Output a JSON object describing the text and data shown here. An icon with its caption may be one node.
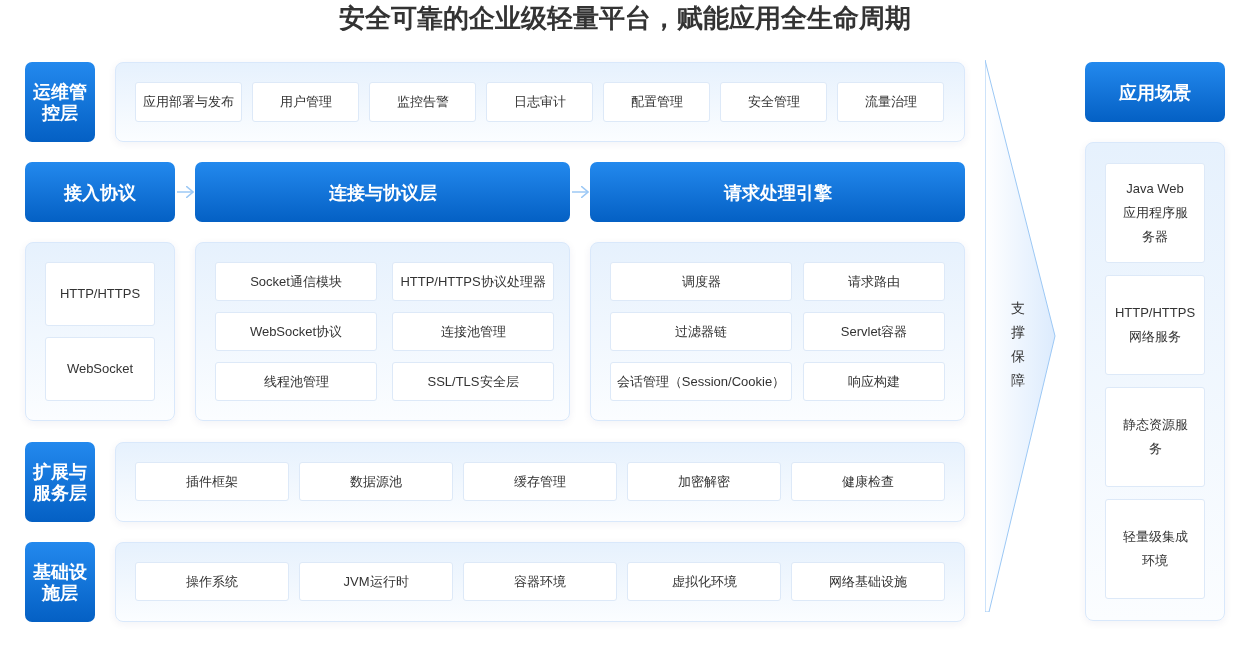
{
  "diagram": {
    "title": "安全可靠的企业级轻量平台，赋能应用全生命周期",
    "nodes": [
      {
        "text": [
          "运维管控层"
        ]
      },
      {
        "text": [],
        "shape": "box"
      },
      {
        "text": [
          "应用部署与发布"
        ],
        "in": 1
      },
      {
        "text": [
          "用户管理"
        ],
        "in": 1
      },
      {
        "text": [
          "监控告警"
        ],
        "in": 1
      },
      {
        "text": [
          "日志审计"
        ],
        "in": 1
      },
      {
        "text": [
          "配置管理"
        ],
        "in": 1
      },
      {
        "text": [
          "安全管理"
        ],
        "in": 1
      },
      {
        "text": [
          "流量治理"
        ],
        "in": 1
      },
      {
        "text": [
          "接入协议"
        ]
      },
      {
        "text": [
          "连接与协议层"
        ]
      },
      {
        "text": [
          "请求处理引擎"
        ]
      },
      {
        "text": [],
        "shape": "box"
      },
      {
        "text": [
          "HTTP/HTTPS"
        ],
        "in": 12
      },
      {
        "text": [
          "WebSocket"
        ],
        "in": 12
      },
      {
        "text": [],
        "shape": "box"
      },
      {
        "text": [
          "Socket通信模块"
        ],
        "in": 15
      },
      {
        "text": [
          "HTTP/HTTPS协议处理器"
        ],
        "in": 15
      },
      {
        "text": [
          "WebSocket协议"
        ],
        "in": 15
      },
      {
        "text": [
          "连接池管理"
        ],
        "in": 15
      },
      {
        "text": [
          "线程池管理"
        ],
        "in": 15
      },
      {
        "text": [
          "SSL/TLS安全层"
        ],
        "in": 15
      },
      {
        "text": [],
        "shape": "box"
      },
      {
        "text": [
          "调度器"
        ],
        "in": 22
      },
      {
        "text": [
          "请求路由"
        ],
        "in": 22
      },
      {
        "text": [
          "过滤器链"
        ],
        "in": 22
      },
      {
        "text": [
          "Servlet容器"
        ],
        "in": 22
      },
      {
        "text": [
          "会话管理（Session/Cookie）"
        ],
        "in": 22
      },
      {
        "text": [
          "响应构建"
        ],
        "in": 22
      },
      {
        "text": [
          "扩展与服务层"
        ]
      },
      {
        "text": [],
        "shape": "box"
      },
      {
        "text": [
          "插件框架"
        ],
        "in": 30
      },
      {
        "text": [
          "数据源池"
        ],
        "in": 30
      },
      {
        "text": [
          "缓存管理"
        ],
        "in": 30
      },
      {
        "text": [
          "加密解密"
        ],
        "in": 30
      },
      {
        "text": [
          "健康检查"
        ],
        "in": 30
      },
      {
        "text": [
          "基础设施层"
        ]
      },
      {
        "text": [],
        "shape": "box"
      },
      {
        "text": [
          "操作系统"
        ],
        "in": 37
      },
      {
        "text": [
          "JVM运行时"
        ],
        "in": 37
      },
      {
        "text": [
          "容器环境"
        ],
        "in": 37
      },
      {
        "text": [
          "虚拟化环境"
        ],
        "in": 37
      },
      {
        "text": [
          "网络基础设施"
        ],
        "in": 37
      },
      {
        "text": [
          "支撑保障"
        ]
      },
      {
        "text": [
          "应用场景"
        ]
      },
      {
        "text": [],
        "shape": "box"
      },
      {
        "text": [
          "Java Web应用程序服务器"
        ],
        "in": 45
      },
      {
        "text": [
          "HTTP/HTTPS网络服务"
        ],
        "in": 45
      },
      {
        "text": [
          "静态资源服务"
        ],
        "in": 45
      },
      {
        "text": [
          "轻量级集成环境"
        ],
        "in": 45
      }
    ],
    "edges": [
      {
        "from": 9,
        "to": 10,
        "arrow": "to"
      },
      {
        "from": 10,
        "to": 11,
        "arrow": "to"
      }
    ]
  }
}
